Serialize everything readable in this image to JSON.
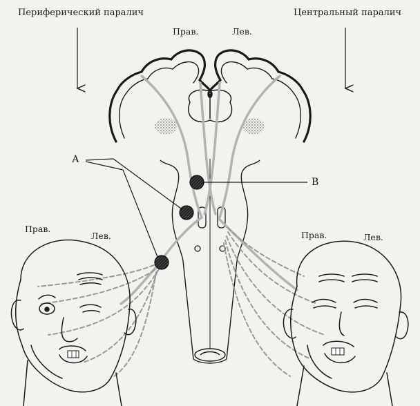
{
  "headings": {
    "peripheral": "Периферический паралич",
    "central": "Центральный паралич"
  },
  "brain": {
    "right_label": "Прав.",
    "left_label": "Лев."
  },
  "markers": {
    "a": "А",
    "b": "В"
  },
  "left_face": {
    "right_label": "Прав.",
    "left_label": "Лев."
  },
  "right_face": {
    "right_label": "Прав.",
    "left_label": "Лев."
  }
}
